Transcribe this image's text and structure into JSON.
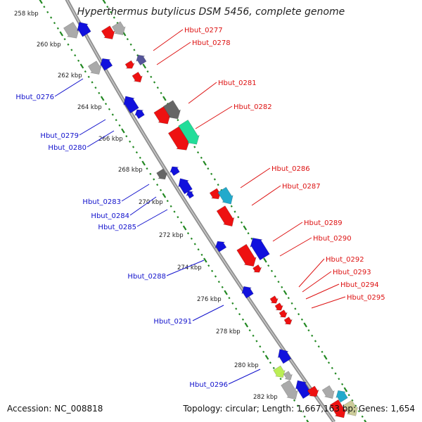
{
  "title": "Hyperthermus butylicus DSM 5456, complete genome",
  "footer": {
    "accession": "Accession: NC_008818",
    "topology": "Topology: circular; Length: 1,667,163 bp; Genes: 1,654"
  },
  "colors": {
    "forward": "#ee1111",
    "reverse": "#1111dd",
    "backbone": "#999999",
    "ticks": "#228822"
  },
  "kbp_ticks": [
    "258 kbp",
    "260 kbp",
    "262 kbp",
    "264 kbp",
    "266 kbp",
    "268 kbp",
    "270 kbp",
    "272 kbp",
    "274 kbp",
    "276 kbp",
    "278 kbp",
    "280 kbp",
    "282 kbp"
  ],
  "reverse_labels": [
    "Hbut_0276",
    "Hbut_0279",
    "Hbut_0280",
    "Hbut_0283",
    "Hbut_0284",
    "Hbut_0285",
    "Hbut_0288",
    "Hbut_0291",
    "Hbut_0296"
  ],
  "forward_labels": [
    "Hbut_0277",
    "Hbut_0278",
    "Hbut_0281",
    "Hbut_0282",
    "Hbut_0286",
    "Hbut_0287",
    "Hbut_0289",
    "Hbut_0290",
    "Hbut_0292",
    "Hbut_0293",
    "Hbut_0294",
    "Hbut_0295"
  ]
}
